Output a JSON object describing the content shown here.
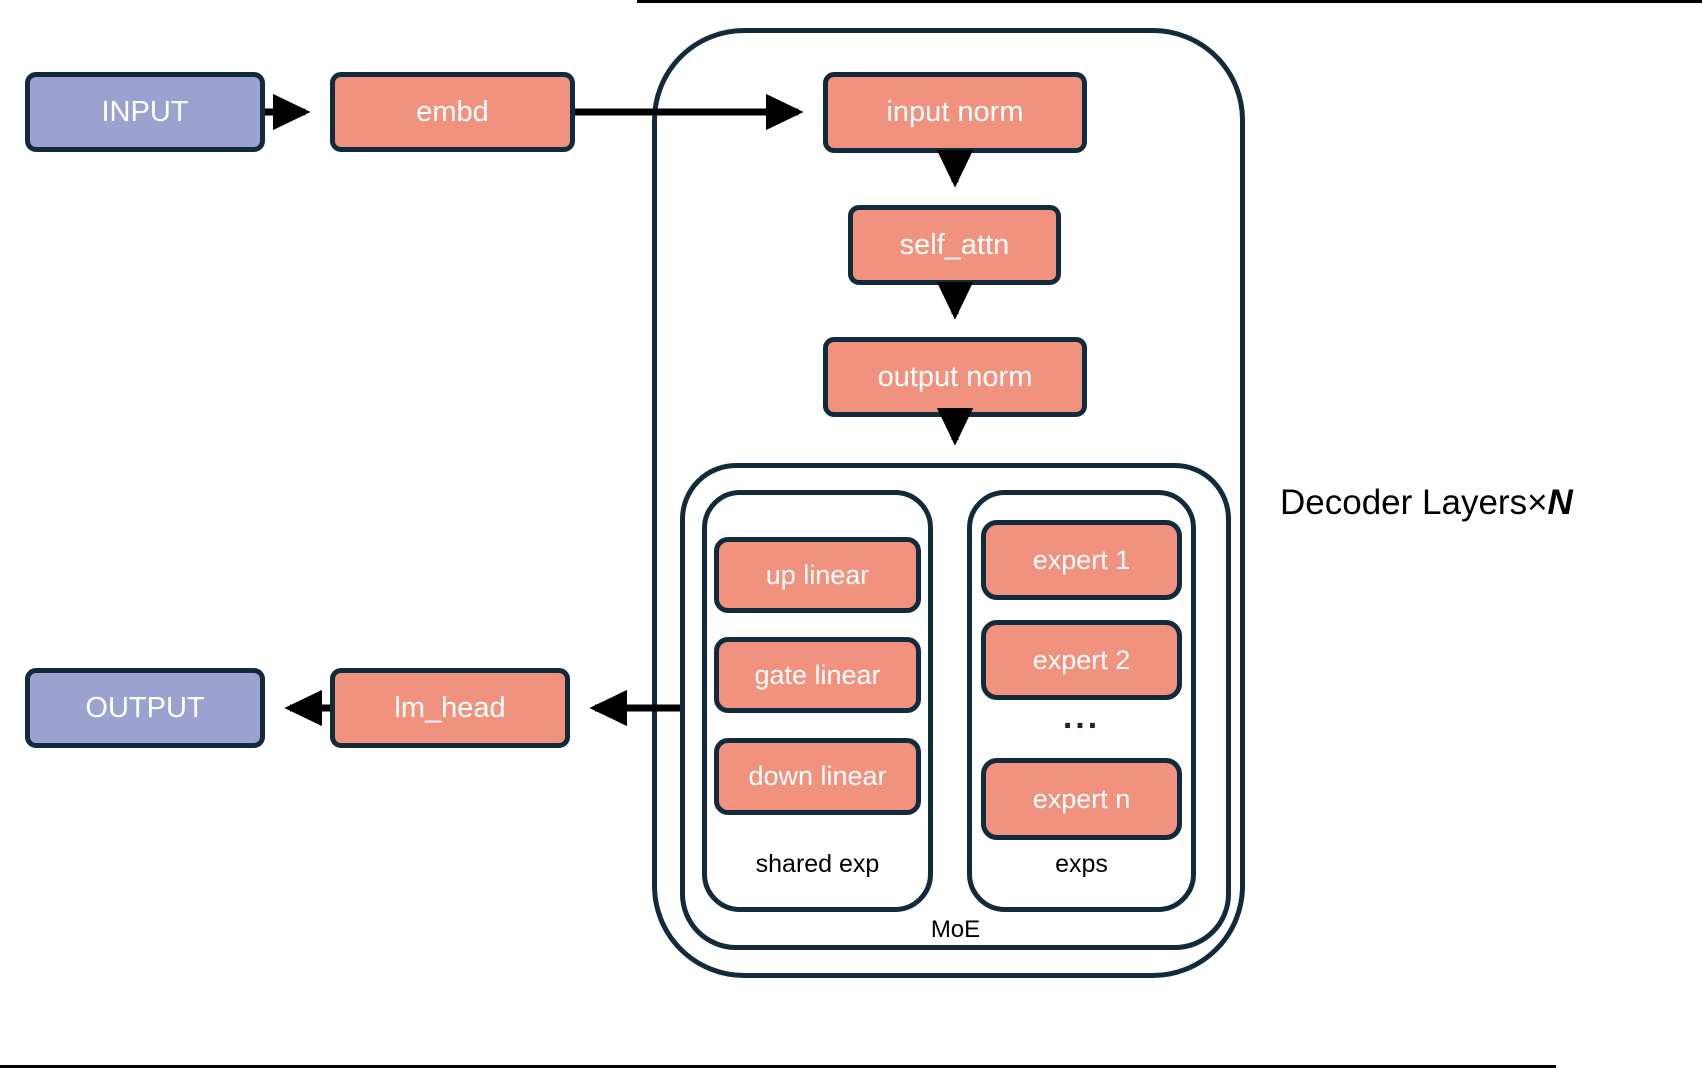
{
  "diagram": {
    "title_note": "MoE decoder architecture diagram",
    "colors": {
      "io_fill": "#9BA2CF",
      "block_fill": "#F0927E",
      "border": "#112B3C",
      "arrow": "#000000",
      "box_text": "#ffffff",
      "label_text": "#000000",
      "background": "#ffffff"
    },
    "nodes": {
      "input": {
        "label": "INPUT"
      },
      "embd": {
        "label": "embd"
      },
      "input_norm": {
        "label": "input norm"
      },
      "self_attn": {
        "label": "self_attn"
      },
      "output_norm": {
        "label": "output norm"
      },
      "up_linear": {
        "label": "up linear"
      },
      "gate_linear": {
        "label": "gate linear"
      },
      "down_linear": {
        "label": "down linear"
      },
      "expert_1": {
        "label": "expert 1"
      },
      "expert_2": {
        "label": "expert 2"
      },
      "expert_dots": {
        "label": "..."
      },
      "expert_n": {
        "label": "expert n"
      },
      "lm_head": {
        "label": "lm_head"
      },
      "output": {
        "label": "OUTPUT"
      }
    },
    "containers": {
      "decoder": {
        "label_prefix": "Decoder Layers",
        "times": "×",
        "repeat": "N"
      },
      "moe": {
        "label": "MoE"
      },
      "shared_exp": {
        "label": "shared exp"
      },
      "exps": {
        "label": "exps"
      }
    },
    "edges": [
      "INPUT -> embd",
      "embd -> input norm",
      "input norm -> self_attn",
      "self_attn -> output norm",
      "output norm -> MoE",
      "MoE -> lm_head",
      "lm_head -> OUTPUT"
    ]
  }
}
